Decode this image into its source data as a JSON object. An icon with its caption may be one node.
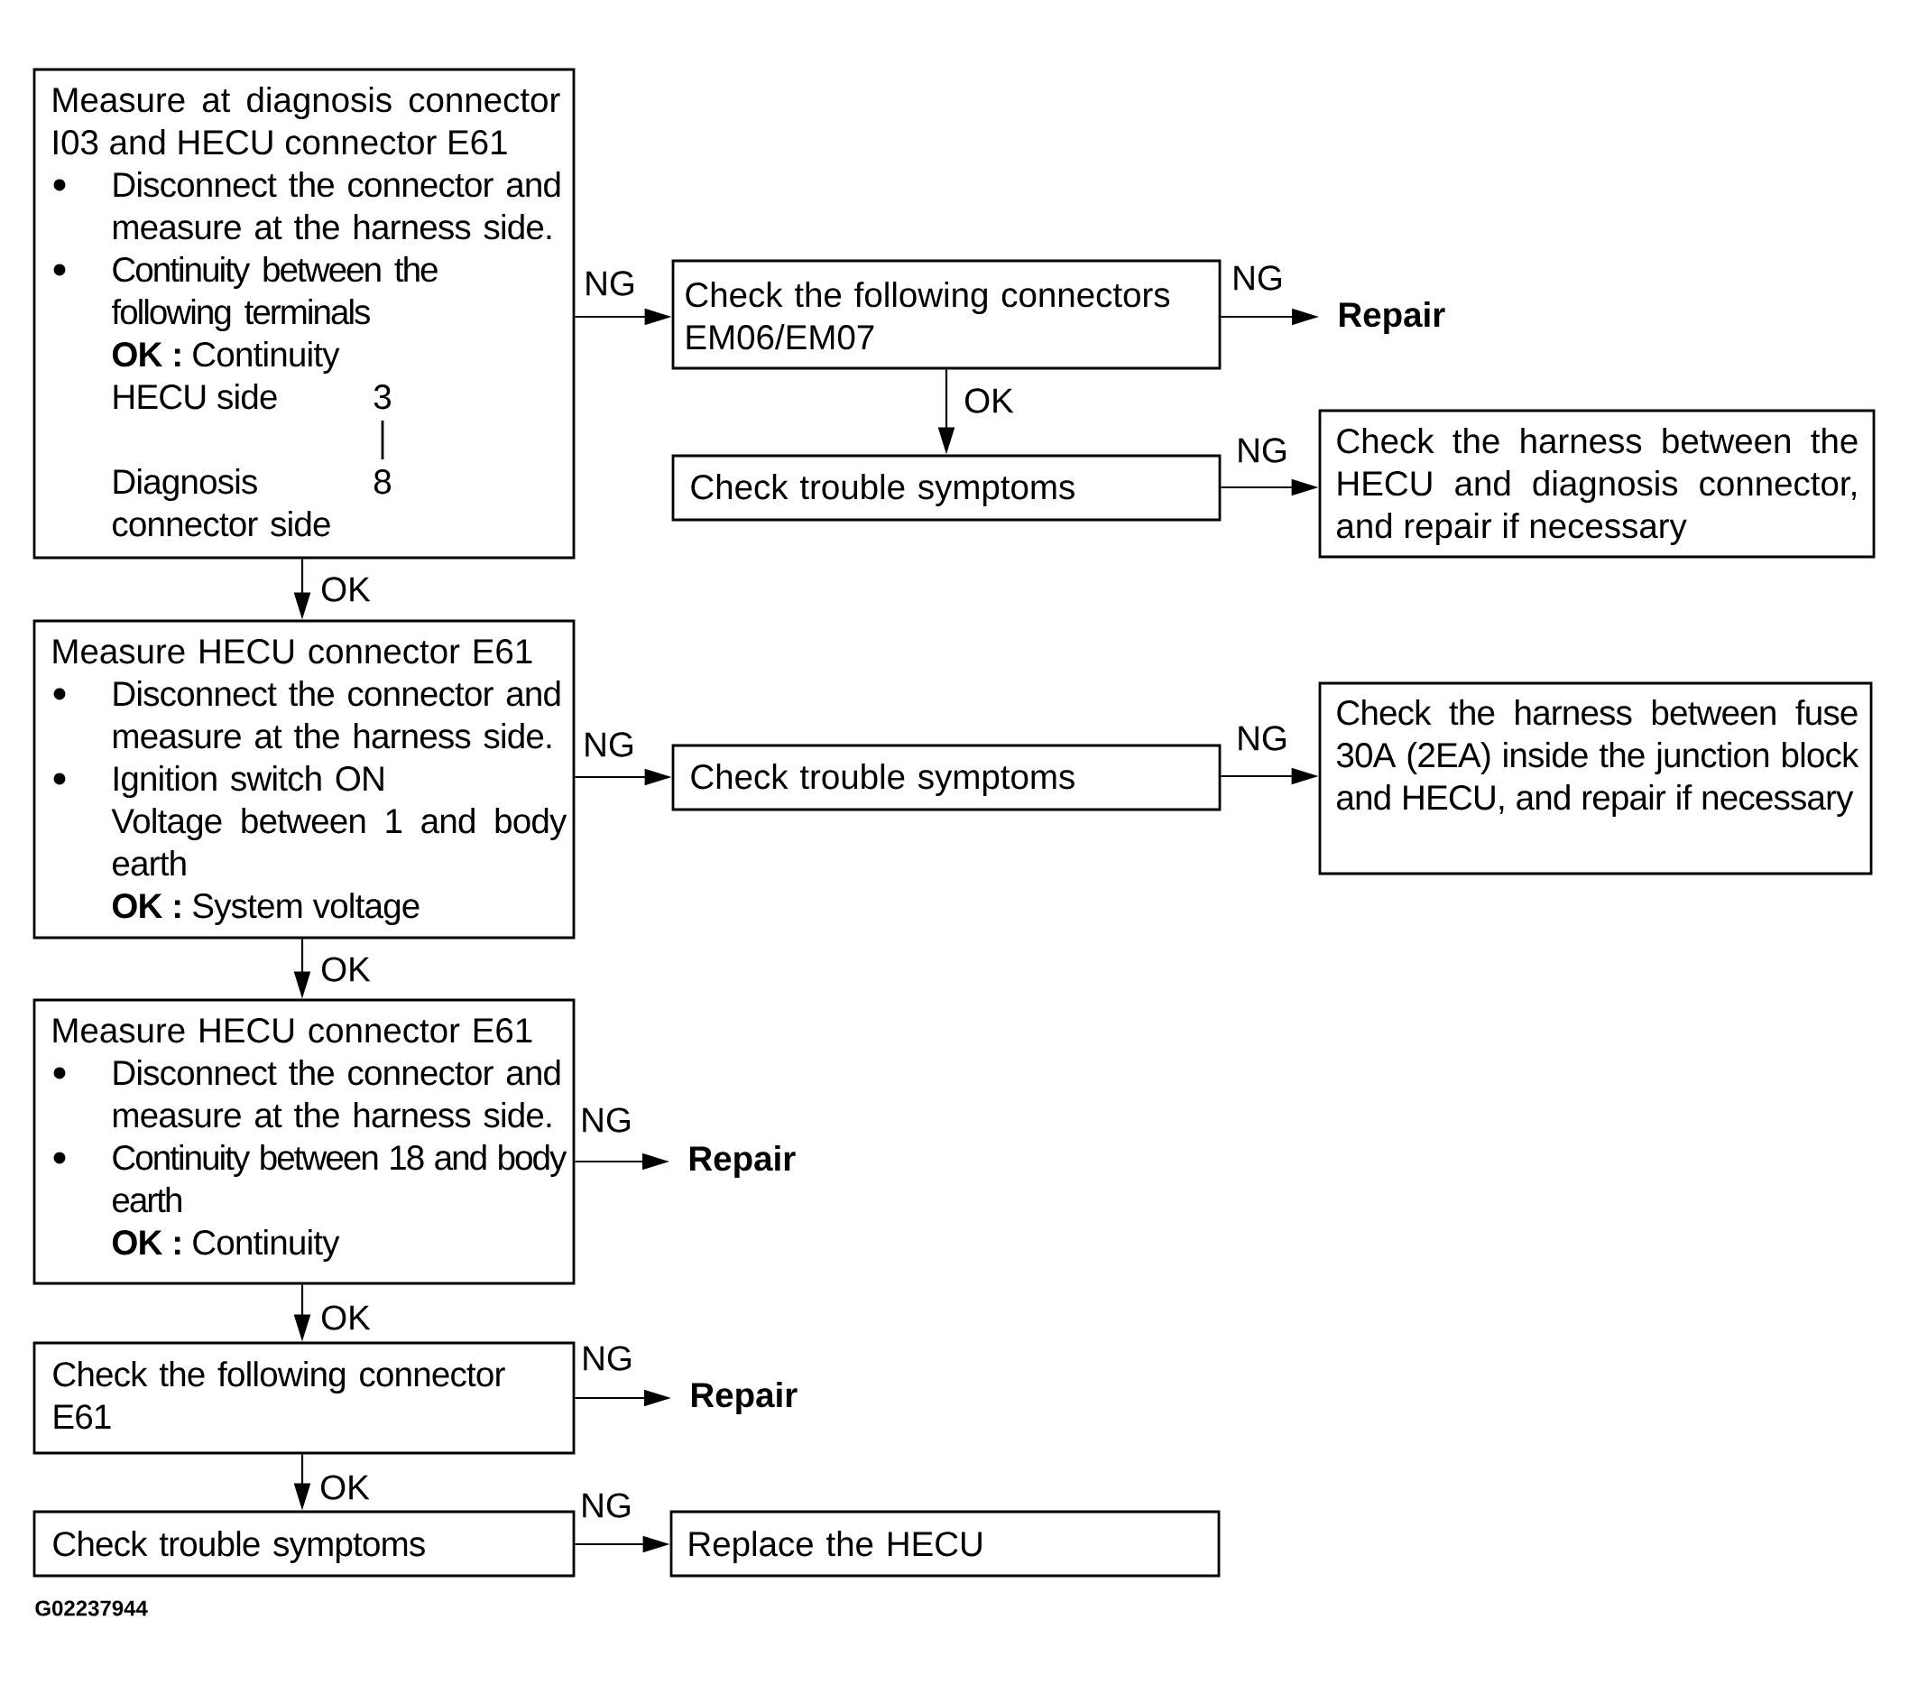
{
  "diagram": {
    "nodes": [
      {
        "text": [
          "Measure at diagnosis connector I03 and HECU connector E61",
          "Disconnect the connector and measure at the harness side.",
          "Continuity between the following terminals",
          "**OK :** Continuity",
          "HECU side",
          "3",
          "Diagnosis connector side",
          "8"
        ]
      },
      {
        "text": [
          "Check the following connectors EM06/EM07"
        ]
      },
      {
        "text": [
          "Repair"
        ]
      },
      {
        "text": [
          "Check trouble symptoms"
        ]
      },
      {
        "text": [
          "Check the harness between the HECU and diagnosis connector, and repair if necessary"
        ]
      },
      {
        "text": [
          "Measure HECU connector E61",
          "Disconnect the connector and measure at the harness side.",
          "Ignition switch ON",
          "Voltage between 1 and body earth",
          "**OK :** System voltage"
        ]
      },
      {
        "text": [
          "Check trouble symptoms"
        ]
      },
      {
        "text": [
          "Check the harness between fuse 30A (2EA) inside the junction block and HECU, and repair if necessary"
        ]
      },
      {
        "text": [
          "Measure HECU connector E61",
          "Disconnect the connector and measure at the harness side.",
          "Continuity between 18 and body earth",
          "**OK :** Continuity"
        ]
      },
      {
        "text": [
          "Repair"
        ]
      },
      {
        "text": [
          "Check the following connector E61"
        ]
      },
      {
        "text": [
          "Repair"
        ]
      },
      {
        "text": [
          "Check trouble symptoms"
        ]
      },
      {
        "text": [
          "Replace the HECU"
        ]
      }
    ],
    "edges": [
      {
        "from": 0,
        "to": 1,
        "arrow": "to",
        "label": "NG"
      },
      {
        "from": 1,
        "to": 2,
        "arrow": "to",
        "label": "NG"
      },
      {
        "from": 1,
        "to": 3,
        "arrow": "to",
        "label": "OK"
      },
      {
        "from": 3,
        "to": 4,
        "arrow": "to",
        "label": "NG"
      },
      {
        "from": 0,
        "to": 5,
        "arrow": "to",
        "label": "OK"
      },
      {
        "from": 5,
        "to": 6,
        "arrow": "to",
        "label": "NG"
      },
      {
        "from": 6,
        "to": 7,
        "arrow": "to",
        "label": "NG"
      },
      {
        "from": 5,
        "to": 8,
        "arrow": "to",
        "label": "OK"
      },
      {
        "from": 8,
        "to": 9,
        "arrow": "to",
        "label": "NG"
      },
      {
        "from": 8,
        "to": 10,
        "arrow": "to",
        "label": "OK"
      },
      {
        "from": 10,
        "to": 11,
        "arrow": "to",
        "label": "NG"
      },
      {
        "from": 10,
        "to": 12,
        "arrow": "to",
        "label": "OK"
      },
      {
        "from": 12,
        "to": 13,
        "arrow": "to",
        "label": "NG"
      }
    ],
    "labels": [
      "G02237944"
    ]
  }
}
